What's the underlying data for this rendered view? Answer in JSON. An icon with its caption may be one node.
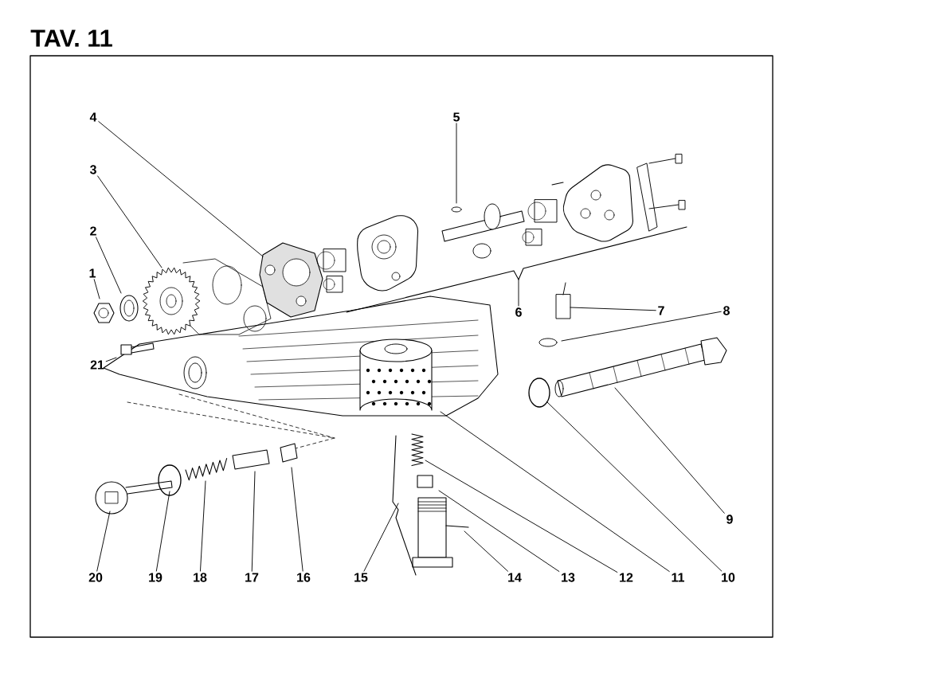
{
  "diagram": {
    "title": "TAV. 11",
    "nodes": [
      {
        "text": [
          "1"
        ]
      },
      {
        "text": [
          "2"
        ]
      },
      {
        "text": [
          "3"
        ]
      },
      {
        "text": [
          "4"
        ]
      },
      {
        "text": [
          "5"
        ]
      },
      {
        "text": [
          "6"
        ]
      },
      {
        "text": [
          "7"
        ]
      },
      {
        "text": [
          "8"
        ]
      },
      {
        "text": [
          "9"
        ]
      },
      {
        "text": [
          "10"
        ]
      },
      {
        "text": [
          "11"
        ]
      },
      {
        "text": [
          "12"
        ]
      },
      {
        "text": [
          "13"
        ]
      },
      {
        "text": [
          "14"
        ]
      },
      {
        "text": [
          "15"
        ]
      },
      {
        "text": [
          "16"
        ]
      },
      {
        "text": [
          "17"
        ]
      },
      {
        "text": [
          "18"
        ]
      },
      {
        "text": [
          "19"
        ]
      },
      {
        "text": [
          "20"
        ]
      },
      {
        "text": [
          "21"
        ]
      }
    ],
    "edges": [
      {
        "from": 0,
        "to": null,
        "arrow": "none"
      },
      {
        "from": 1,
        "to": null,
        "arrow": "none"
      },
      {
        "from": 2,
        "to": null,
        "arrow": "none"
      },
      {
        "from": 3,
        "to": null,
        "arrow": "none"
      },
      {
        "from": 4,
        "to": null,
        "arrow": "none"
      },
      {
        "from": 5,
        "to": null,
        "arrow": "none"
      },
      {
        "from": 6,
        "to": null,
        "arrow": "none"
      },
      {
        "from": 7,
        "to": null,
        "arrow": "none"
      },
      {
        "from": 8,
        "to": null,
        "arrow": "none"
      },
      {
        "from": 9,
        "to": null,
        "arrow": "none"
      },
      {
        "from": 10,
        "to": null,
        "arrow": "none"
      },
      {
        "from": 11,
        "to": null,
        "arrow": "none"
      },
      {
        "from": 12,
        "to": null,
        "arrow": "none"
      },
      {
        "from": 13,
        "to": null,
        "arrow": "none"
      },
      {
        "from": 14,
        "to": null,
        "arrow": "none"
      },
      {
        "from": 15,
        "to": null,
        "arrow": "none"
      },
      {
        "from": 16,
        "to": null,
        "arrow": "none"
      },
      {
        "from": 17,
        "to": null,
        "arrow": "none"
      },
      {
        "from": 18,
        "to": null,
        "arrow": "none"
      },
      {
        "from": 19,
        "to": null,
        "arrow": "none"
      },
      {
        "from": 20,
        "to": null,
        "arrow": "none"
      }
    ]
  }
}
